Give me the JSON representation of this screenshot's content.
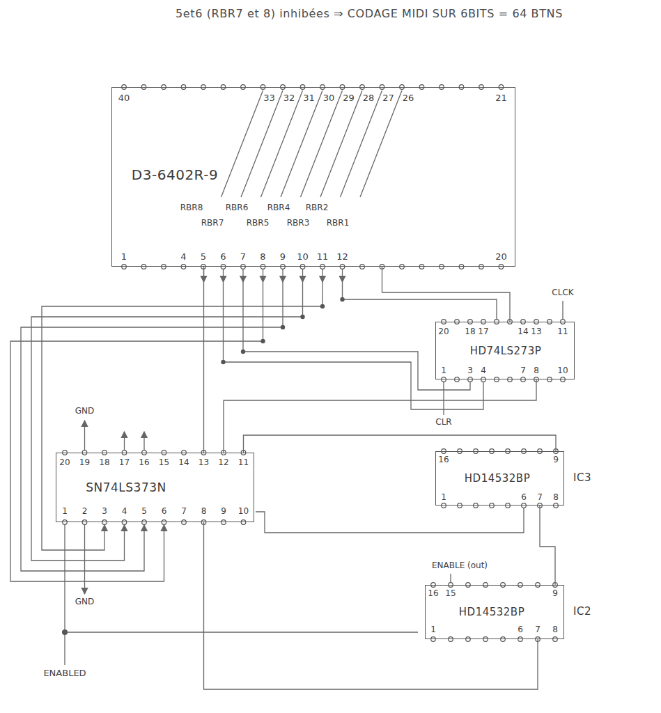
{
  "diagram": {
    "title": "5et6 (RBR7 et 8) inhibées ⇒ CODAGE MIDI SUR 6BITS = 64 BTNS",
    "nodes": [
      {
        "text": [
          "D3-6402R-9"
        ]
      },
      {
        "text": [
          "HD74LS273P"
        ]
      },
      {
        "text": [
          "SN74LS373N"
        ]
      },
      {
        "text": [
          "HD14532BP",
          "IC3"
        ]
      },
      {
        "text": [
          "HD14532BP",
          "IC2"
        ]
      }
    ],
    "edges": [
      {
        "from": 0,
        "to": 1,
        "arrow": "none"
      },
      {
        "from": 0,
        "to": 2,
        "arrow": "none"
      },
      {
        "from": 1,
        "to": 2,
        "arrow": "none"
      },
      {
        "from": 2,
        "to": 3,
        "arrow": "none"
      },
      {
        "from": 2,
        "to": 4,
        "arrow": "none"
      },
      {
        "from": 3,
        "to": 4,
        "arrow": "none"
      }
    ],
    "labels": [
      "40",
      "33",
      "32",
      "31",
      "30",
      "29",
      "28",
      "27",
      "26",
      "21",
      "RBR8",
      "RBR6",
      "RBR4",
      "RBR2",
      "RBR7",
      "RBR5",
      "RBR3",
      "RBR1",
      "1",
      "4",
      "5",
      "6",
      "7",
      "8",
      "9",
      "10",
      "11",
      "12",
      "20",
      "CLCK",
      "20",
      "18",
      "17",
      "14",
      "13",
      "11",
      "1",
      "3",
      "4",
      "7",
      "8",
      "10",
      "CLR",
      "GND",
      "20",
      "19",
      "18",
      "17",
      "16",
      "15",
      "14",
      "13",
      "12",
      "11",
      "1",
      "2",
      "3",
      "4",
      "5",
      "6",
      "7",
      "8",
      "9",
      "10",
      "GND",
      "ENABLED",
      "16",
      "9",
      "1",
      "6",
      "7",
      "8",
      "ENABLE (out)",
      "16",
      "15",
      "9",
      "1",
      "6",
      "7",
      "8"
    ]
  }
}
